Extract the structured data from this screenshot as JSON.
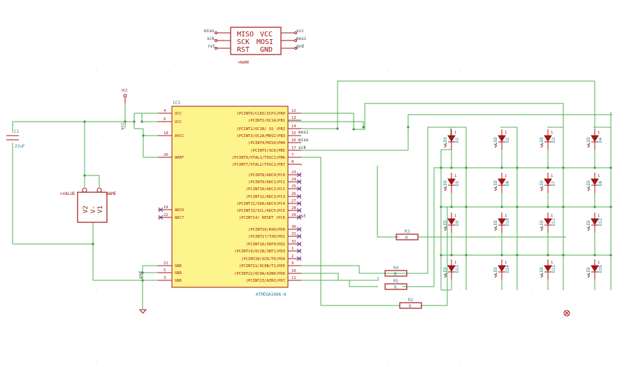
{
  "isp": {
    "left_labels": [
      "MISO",
      "SCK",
      "RST"
    ],
    "right_labels": [
      "VCC",
      "MOSI",
      "GND"
    ],
    "left_nets": [
      "miso",
      "sck",
      "rst"
    ],
    "right_nets": [
      "vcc",
      "mosi",
      "gnd"
    ],
    "name": ">NAME"
  },
  "power": {
    "vcc_symbol": "VCC",
    "vcc_net": "vcc",
    "gnd_net": "gnd"
  },
  "cap": {
    "ref": "C1",
    "value": "22uF"
  },
  "reg": {
    "value": ">VALUE",
    "name": "NAME",
    "pins": [
      "V2",
      "V-",
      "V1"
    ]
  },
  "mcu": {
    "ref": "IC3",
    "part": "ATMEGA168A-A",
    "left_pins": [
      {
        "num": "4",
        "name": "VCC"
      },
      {
        "num": "6",
        "name": "VCC"
      },
      {
        "num": "18",
        "name": "AVCC"
      },
      {
        "num": "20",
        "name": "AREF"
      },
      {
        "num": "19",
        "name": "ADC6"
      },
      {
        "num": "22",
        "name": "ADC7"
      },
      {
        "num": "21",
        "name": "GND"
      },
      {
        "num": "5",
        "name": "GND"
      },
      {
        "num": "3",
        "name": "GND"
      }
    ],
    "right_pins": [
      {
        "num": "12",
        "name": "(PCINT0/CLKO/ICP1)PB0"
      },
      {
        "num": "13",
        "name": "(PCINT1/OC1A)PB1"
      },
      {
        "num": "14",
        "name": "(PCINT2/OC1B/ SS )PB2"
      },
      {
        "num": "15",
        "name": "(PCINT3/OC2A/MOSI)PB3"
      },
      {
        "num": "16",
        "name": "(PCINT4/MISO)PB4"
      },
      {
        "num": "17",
        "name": "(PCINT5/SCK)PB5"
      },
      {
        "num": "7",
        "name": "(PCINT6/XTAL1/TOSC1)PB6"
      },
      {
        "num": "8",
        "name": "(PCINT7/XTAL2/TOSC2)PB7"
      },
      {
        "num": "23",
        "name": "(PCINT8/ADC0)PC0"
      },
      {
        "num": "24",
        "name": "(PCINT9/ADC1)PC1"
      },
      {
        "num": "25",
        "name": "(PCINT10/ADC2)PC2"
      },
      {
        "num": "26",
        "name": "(PCINT11/ADC3)PC3"
      },
      {
        "num": "27",
        "name": "(PCINT12/SDA/ADC4)PC4"
      },
      {
        "num": "28",
        "name": "(PCINT13/SCL/ADC5)PC5"
      },
      {
        "num": "29",
        "name": "(PCINT14/ RESET )PC6"
      },
      {
        "num": "30",
        "name": "(PCINT16/RXD)PD0"
      },
      {
        "num": "31",
        "name": "(PCINT17/TXD)PD1"
      },
      {
        "num": "32",
        "name": "(PCINT18/INT0)PD2"
      },
      {
        "num": "1",
        "name": "(PCINT19/OC2B/INT1)PD3"
      },
      {
        "num": "2",
        "name": "(PCINT20/XCK/T0)PD4"
      },
      {
        "num": "9",
        "name": "(PCINT21/OC0B/T1)PD5"
      },
      {
        "num": "10",
        "name": "(PCINT22/OC0A/AIN0)PD6"
      },
      {
        "num": "11",
        "name": "(PCINT23/AIN1)PD7"
      }
    ],
    "net_mosi": "mosi",
    "net_miso": "miso",
    "net_sck": "sck",
    "net_rst": "rst"
  },
  "resistors": [
    {
      "ref": "R3",
      "value": "R"
    },
    {
      "ref": "R4",
      "value": "R"
    },
    {
      "ref": "R5",
      "value": "R"
    },
    {
      "ref": "R2",
      "value": "R"
    }
  ],
  "led_part": "LED",
  "leds": [
    "D1",
    "D2",
    "D3",
    "D4",
    "D5",
    "D6",
    "D7",
    "D8",
    "D9",
    "D10",
    "D11",
    "D12",
    "D13",
    "D14",
    "D15",
    "D16"
  ],
  "led_pin": "1"
}
